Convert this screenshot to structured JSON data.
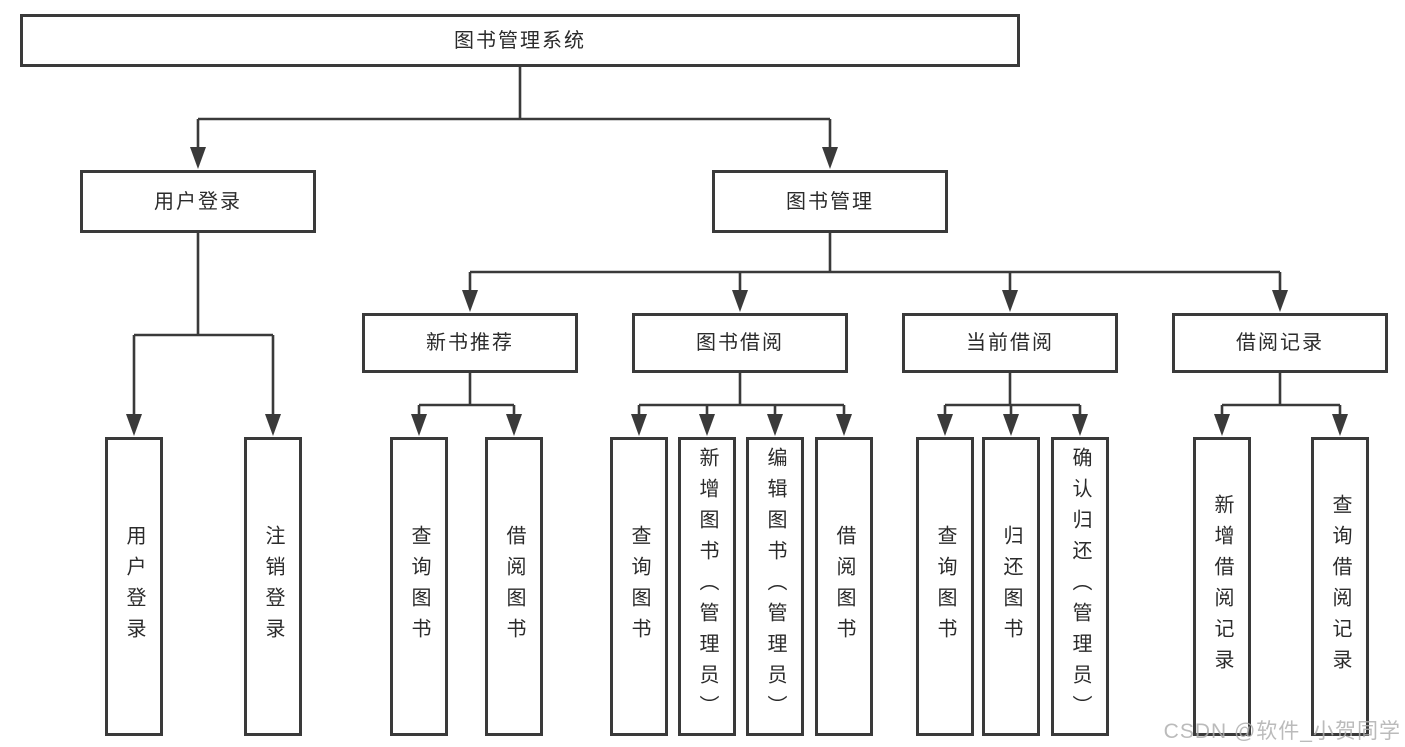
{
  "diagram": {
    "root": {
      "label": "图书管理系统"
    },
    "level2": [
      {
        "label": "用户登录"
      },
      {
        "label": "图书管理"
      }
    ],
    "level3": [
      {
        "label": "新书推荐"
      },
      {
        "label": "图书借阅"
      },
      {
        "label": "当前借阅"
      },
      {
        "label": "借阅记录"
      }
    ],
    "leaves": {
      "user_login": [
        "用户登录",
        "注销登录"
      ],
      "new_books": [
        "查询图书",
        "借阅图书"
      ],
      "book_borrow": [
        "查询图书",
        "新增图书（管理员）",
        "编辑图书（管理员）",
        "借阅图书"
      ],
      "current_borrow": [
        "查询图书",
        "归还图书",
        "确认归还（管理员）"
      ],
      "borrow_records": [
        "新增借阅记录",
        "查询借阅记录"
      ]
    },
    "colors": {
      "line": "#3a3a3a",
      "box_border": "#3a3a3a",
      "text": "#2b2b2b",
      "watermark": "#afafaf"
    }
  },
  "watermark": {
    "text": "CSDN @软件_小贺同学"
  }
}
